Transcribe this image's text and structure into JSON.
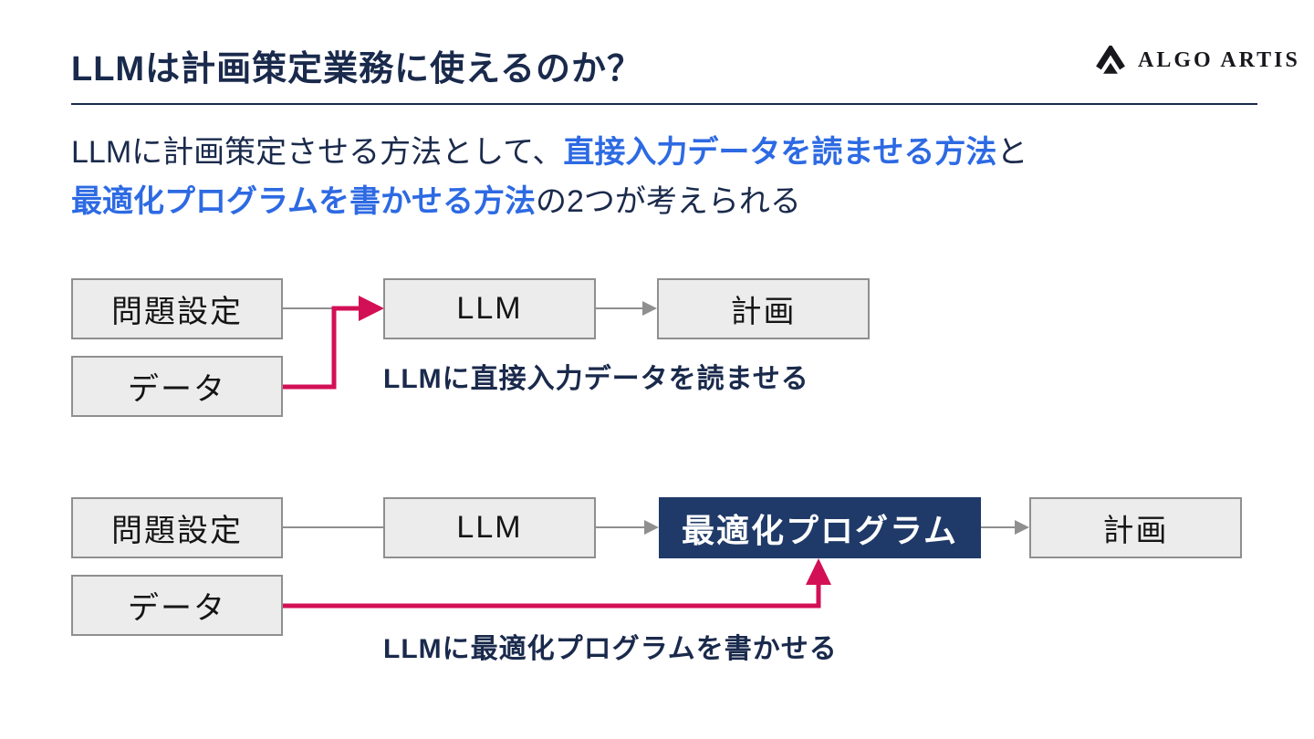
{
  "slide": {
    "title": "LLMは計画策定業務に使えるのか？",
    "logo": {
      "icon": "algo-artis-triangle-logo",
      "text": "ALGO ARTIS"
    }
  },
  "intro": {
    "part1": "LLMに計画策定させる方法として、",
    "highlight1": "直接入力データを読ませる方法",
    "part2": "と",
    "highlight2": "最適化プログラムを書かせる方法",
    "part3": "の2つが考えられる"
  },
  "diagram_direct": {
    "boxes": {
      "problem": "問題設定",
      "data": "データ",
      "llm": "LLM",
      "plan": "計画"
    },
    "caption": "LLMに直接入力データを読ませる"
  },
  "diagram_program": {
    "boxes": {
      "problem": "問題設定",
      "data": "データ",
      "llm": "LLM",
      "optimizer": "最適化プログラム",
      "plan": "計画"
    },
    "caption": "LLMに最適化プログラムを書かせる"
  },
  "colors": {
    "text_navy": "#1a2a4c",
    "highlight_blue": "#2d6ae3",
    "arrow_crimson": "#d30f55",
    "box_fill": "#ececec",
    "box_border": "#8f8f8f",
    "optimizer_box_navy": "#1f3a68",
    "logo_black": "#17171c"
  }
}
